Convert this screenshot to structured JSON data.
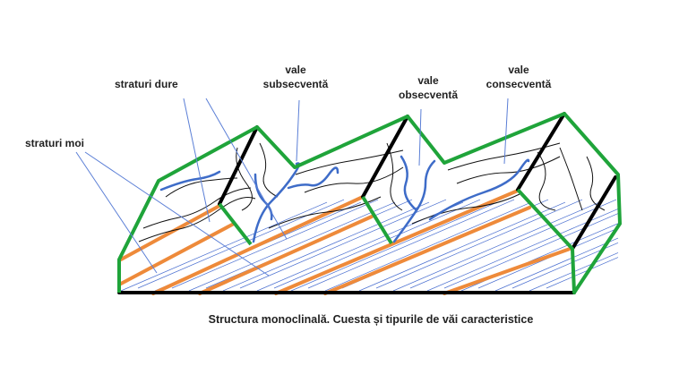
{
  "labels": {
    "hard_layers": "straturi dure",
    "soft_layers": "straturi moi",
    "subsequent_valley": [
      "vale",
      "subsecventă"
    ],
    "obsequent_valley": [
      "vale",
      "obsecventă"
    ],
    "consequent_valley": [
      "vale",
      "consecventă"
    ]
  },
  "caption": "Structura monoclinală. Cuesta și tipurile de văi caracteristice",
  "colors": {
    "outline": "#1fa43a",
    "hard": "#ee8a3a",
    "bedding": "#4a6fd0",
    "river": "#3e6cc8",
    "scarp": "#000000"
  }
}
